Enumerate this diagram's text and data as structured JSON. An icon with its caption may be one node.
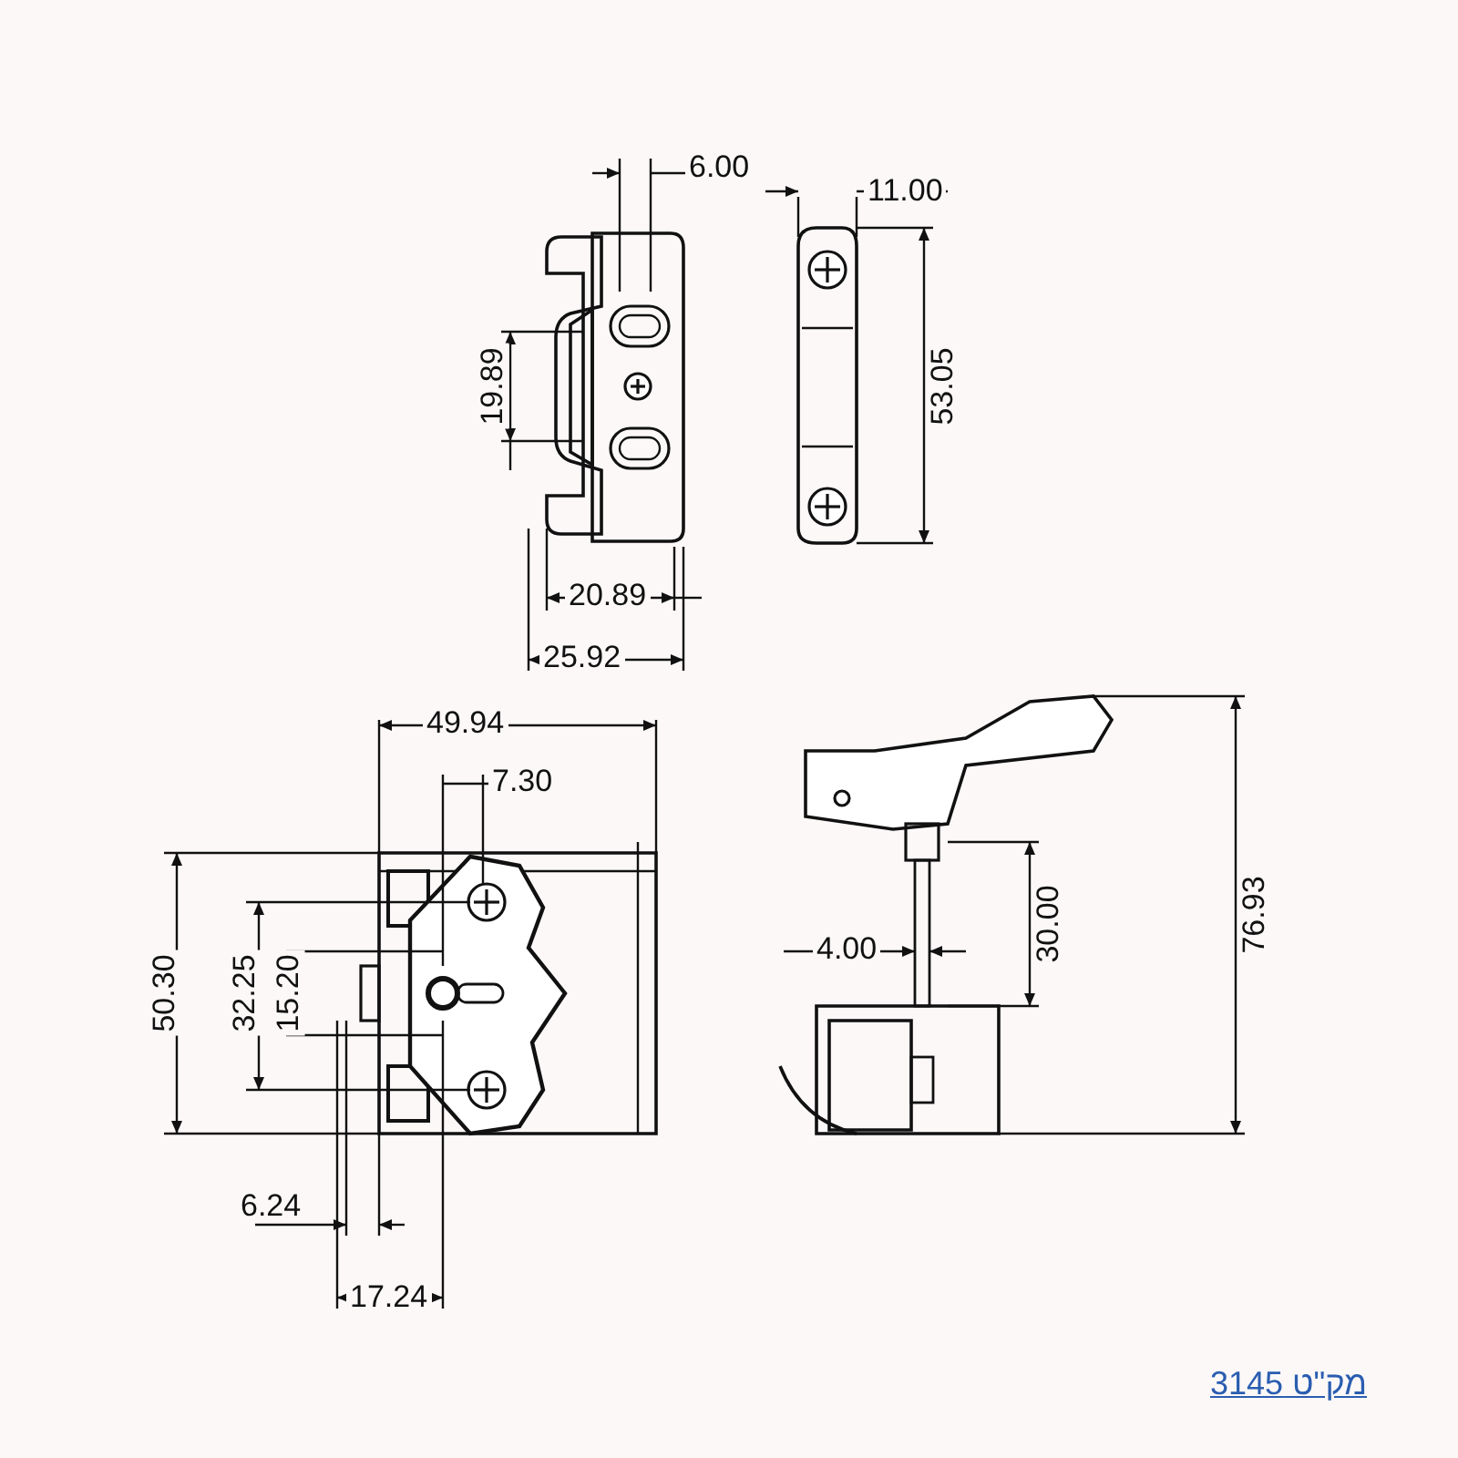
{
  "diagram": {
    "labels": [
      "6.00",
      "11.00",
      "19.89",
      "53.05",
      "20.89",
      "25.92",
      "49.94",
      "7.30",
      "50.30",
      "32.25",
      "15.20",
      "4.00",
      "30.00",
      "76.93",
      "6.24",
      "17.24",
      "מק\"ט 3145"
    ]
  }
}
